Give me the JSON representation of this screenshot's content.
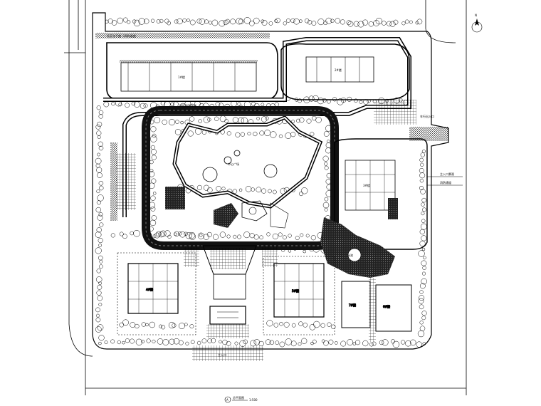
{
  "drawing": {
    "title_marker": "A",
    "title_text": "总平面图",
    "scale_text": "1:500",
    "north_label": "N"
  },
  "plan_labels": {
    "top_road": "社区次干道（消防通道）",
    "road_center": "环形消防车道",
    "east_gate": "车行出入口",
    "east_note_1": "主入口景观",
    "east_note_2": "消防通道",
    "block_labels": [
      "1#楼",
      "2#楼",
      "3#楼",
      "4#楼",
      "5#楼",
      "6#楼",
      "7#楼"
    ],
    "pool": "泳池",
    "plaza": "中心广场",
    "south_gate": "主入口"
  },
  "colors": {
    "ink": "#000000",
    "paper": "#ffffff",
    "hatch": "#1a1a1a"
  }
}
